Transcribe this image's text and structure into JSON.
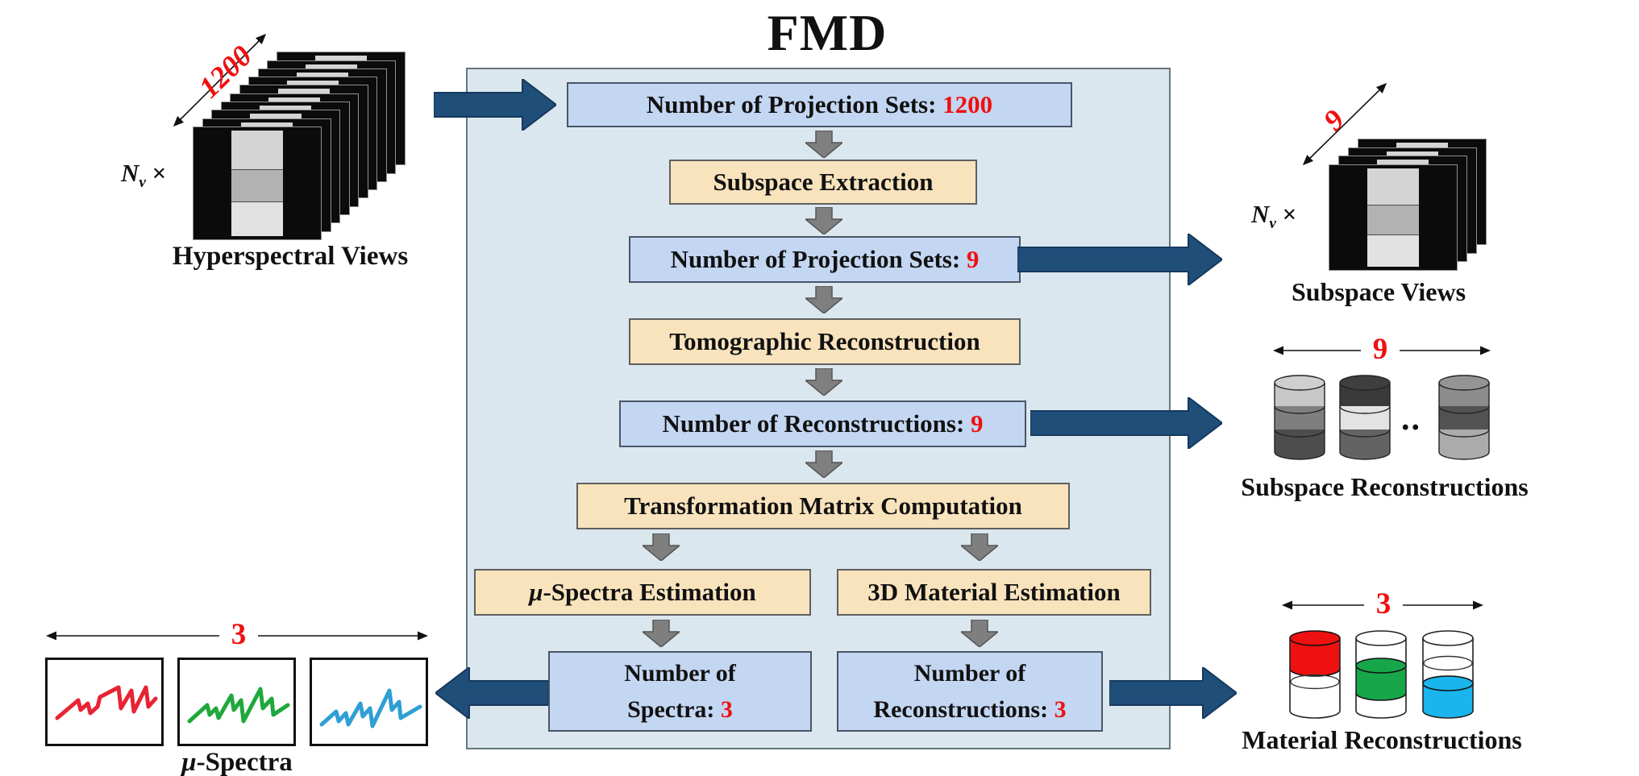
{
  "title": "FMD",
  "palette": {
    "accent_red": "#f00f0f",
    "panel_bg": "#dbe7ee",
    "blue_box_bg": "#c3d6f2",
    "tan_box_bg": "#f8e3bd",
    "flow_arrow_gray": "#7f7f7f",
    "big_arrow_blue": "#1f4e79",
    "spectra_line_colors": [
      "#e82333",
      "#1fa83c",
      "#2e9fd4"
    ],
    "material_band_colors": [
      "#ee1111",
      "#17a64a",
      "#19b5ec"
    ]
  },
  "left_input": {
    "dim_count": "1200",
    "multiplier_base": "N",
    "multiplier_sub": "v",
    "multiplier_times": "×",
    "caption": "Hyperspectral Views"
  },
  "flow": {
    "box1": {
      "label": "Number of Projection Sets: ",
      "value": "1200"
    },
    "box2": {
      "label": "Subspace Extraction"
    },
    "box3": {
      "label": "Number of Projection Sets: ",
      "value": "9"
    },
    "box4": {
      "label": "Tomographic Reconstruction"
    },
    "box5": {
      "label": "Number of Reconstructions: ",
      "value": "9"
    },
    "box6": {
      "label": "Transformation Matrix Computation"
    },
    "box7": {
      "label": "μ-Spectra Estimation"
    },
    "box8": {
      "label": "3D Material Estimation"
    },
    "box9": {
      "line1": "Number of",
      "line2": "Spectra: ",
      "value": "3"
    },
    "box10": {
      "line1": "Number of",
      "line2": "Reconstructions: ",
      "value": "3"
    }
  },
  "subspace_views": {
    "dim_count": "9",
    "multiplier_base": "N",
    "multiplier_sub": "v",
    "multiplier_times": "×",
    "caption": "Subspace Views"
  },
  "subspace_reconstructions": {
    "dim_count": "9",
    "ellipsis": "..",
    "caption": "Subspace Reconstructions"
  },
  "material_reconstructions": {
    "dim_count": "3",
    "caption": "Material Reconstructions"
  },
  "mu_spectra": {
    "dim_count": "3",
    "caption": "μ-Spectra"
  }
}
